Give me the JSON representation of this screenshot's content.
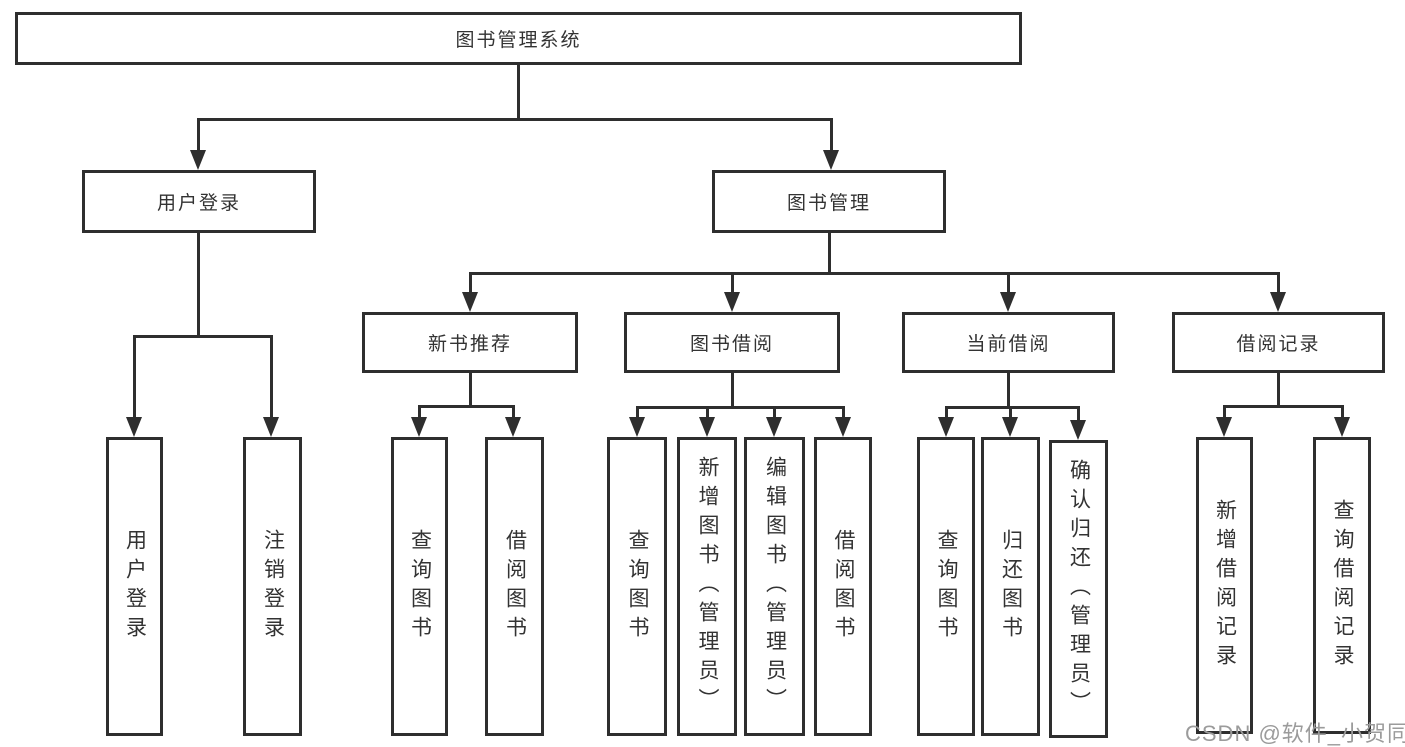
{
  "diagram": {
    "root_label": "图书管理系统",
    "level2": {
      "login": "用户登录",
      "manage": "图书管理"
    },
    "level3": {
      "recommend": "新书推荐",
      "borrow": "图书借阅",
      "current": "当前借阅",
      "records": "借阅记录"
    },
    "leaves": {
      "login": [
        "用户登录",
        "注销登录"
      ],
      "recommend": [
        "查询图书",
        "借阅图书"
      ],
      "borrow": [
        "查询图书",
        "新增图书（管理员）",
        "编辑图书（管理员）",
        "借阅图书"
      ],
      "current": [
        "查询图书",
        "归还图书",
        "确认归还（管理员）"
      ],
      "records": [
        "新增借阅记录",
        "查询借阅记录"
      ]
    }
  },
  "watermark": "CSDN @软件_小贺同学",
  "colors": {
    "line": "#2e2e2e",
    "text": "#333333",
    "background": "#ffffff",
    "watermark": "#9b9b9b"
  }
}
